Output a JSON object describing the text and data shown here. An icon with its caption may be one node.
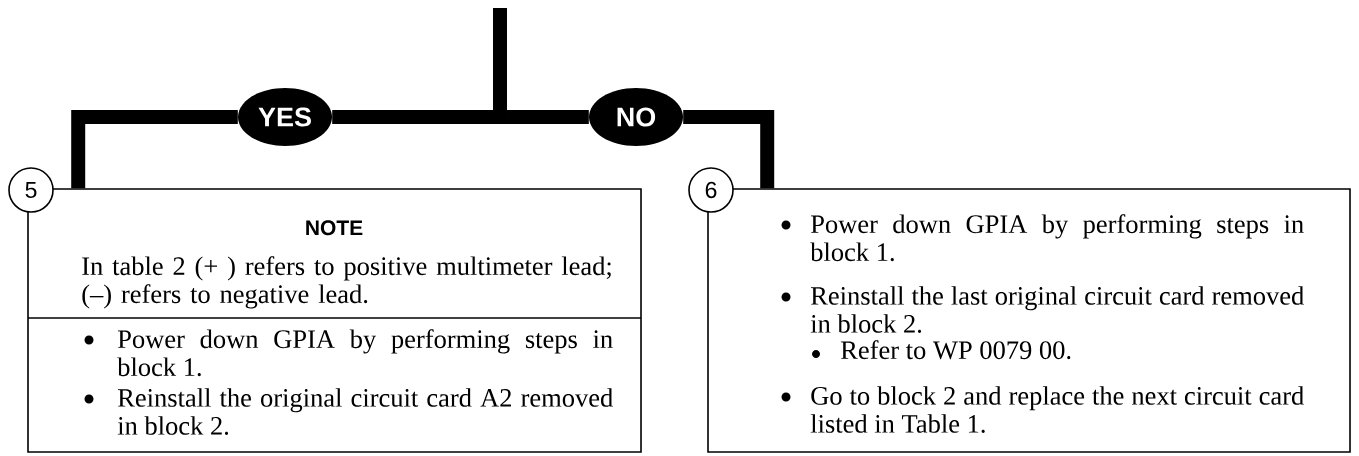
{
  "diagram": {
    "nodes": [
      {
        "text": [
          "YES"
        ]
      },
      {
        "text": [
          "NO"
        ]
      },
      {
        "text": [
          "5"
        ]
      },
      {
        "text": [
          "NOTE",
          "In table 2 (+ ) refers to positive multimeter lead; (–) refers to negative lead.",
          "Power down GPIA by performing steps in block 1.",
          "Reinstall the original circuit card A2 removed in block 2."
        ]
      },
      {
        "text": [
          "6"
        ]
      },
      {
        "text": [
          "Power down GPIA by performing steps in block 1.",
          "Reinstall the last original circuit card removed in block 2.",
          "Refer to WP 0079 00.",
          "Go to block 2 and replace the next circuit card listed in Table 1."
        ]
      }
    ],
    "edges": [
      {
        "from": null,
        "to": 0,
        "arrow": "none"
      },
      {
        "from": null,
        "to": 1,
        "arrow": "none"
      },
      {
        "from": 0,
        "to": 3,
        "arrow": "none"
      },
      {
        "from": 1,
        "to": 5,
        "arrow": "none"
      }
    ]
  }
}
